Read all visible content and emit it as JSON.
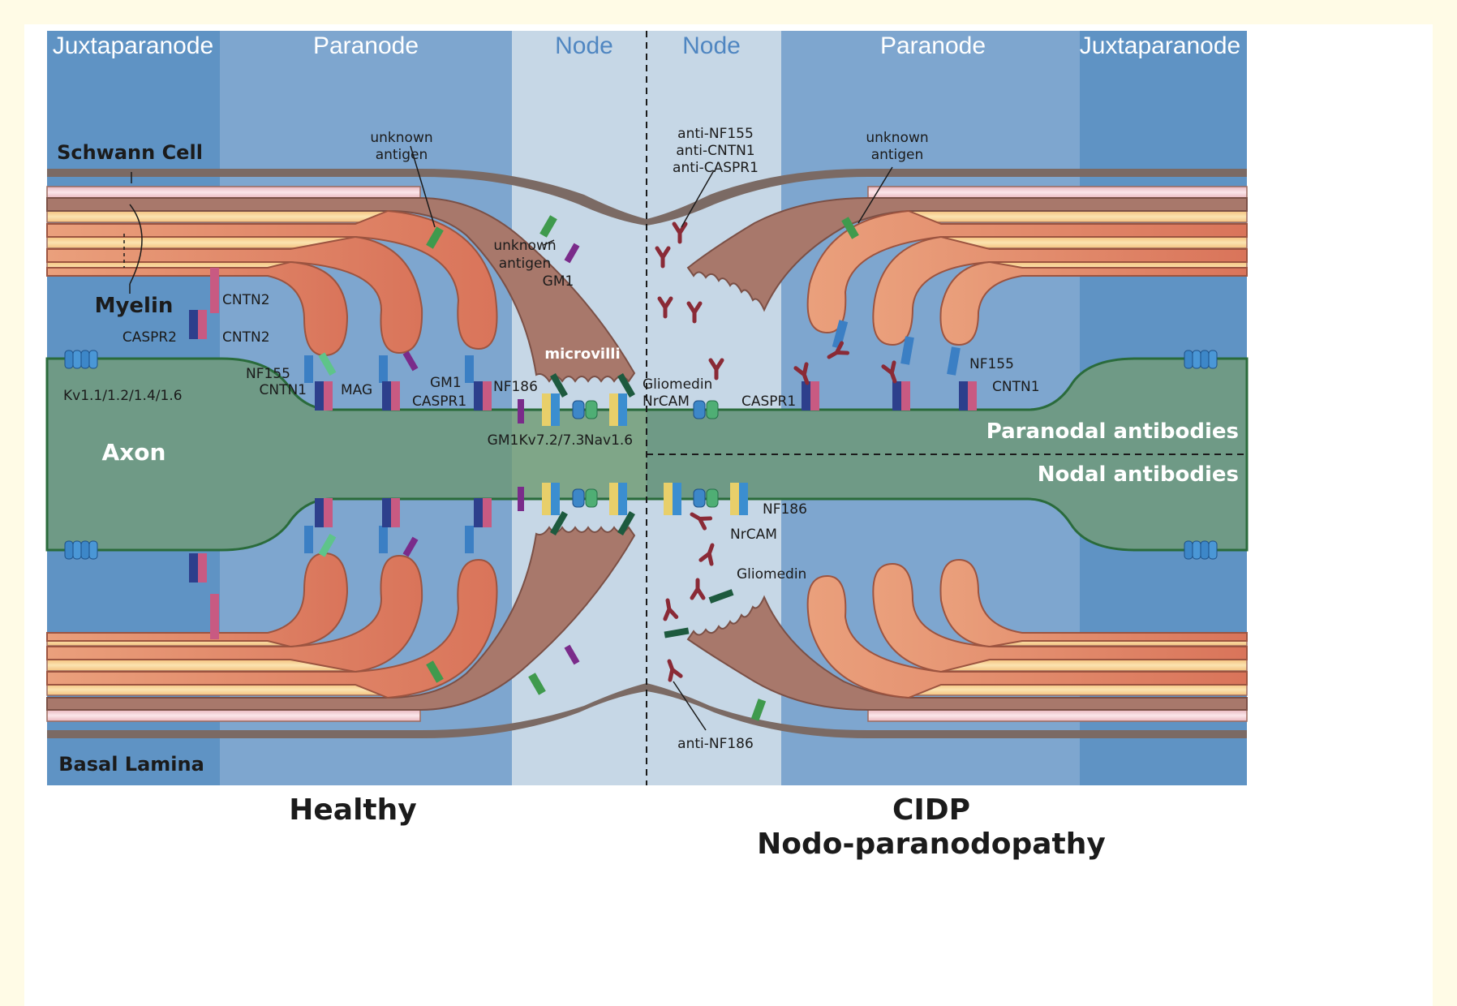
{
  "regions": {
    "left_juxtaparanode": "Juxtaparanode",
    "left_paranode": "Paranode",
    "left_node": "Node",
    "right_node": "Node",
    "right_paranode": "Paranode",
    "right_juxtaparanode": "Juxtaparanode"
  },
  "structures": {
    "schwann_cell": "Schwann Cell",
    "myelin": "Myelin",
    "axon": "Axon",
    "basal_lamina": "Basal Lamina",
    "microvilli": "microvilli"
  },
  "left_labels": {
    "unknown_antigen_top_line1": "unknown",
    "unknown_antigen_top_line2": "antigen",
    "unknown_antigen_mid_line1": "unknown",
    "unknown_antigen_mid_line2": "antigen",
    "gm1_upper": "GM1",
    "cntn2_a": "CNTN2",
    "cntn2_b": "CNTN2",
    "caspr2": "CASPR2",
    "kv": "Kv1.1/1.2/1.4/1.6",
    "nf155": "NF155",
    "cntn1": "CNTN1",
    "mag": "MAG",
    "gm1_mid": "GM1",
    "caspr1": "CASPR1",
    "nf186": "NF186",
    "gliomedin": "Gliomedin",
    "nrcam": "NrCAM",
    "gm1_low": "GM1",
    "kv72": "Kv7.2/7.3",
    "nav16": "Nav1.6"
  },
  "right_labels": {
    "anti_nf155": "anti-NF155",
    "anti_cntn1": "anti-CNTN1",
    "anti_caspr1": "anti-CASPR1",
    "unknown_antigen_line1": "unknown",
    "unknown_antigen_line2": "antigen",
    "nf155": "NF155",
    "cntn1": "CNTN1",
    "caspr1": "CASPR1",
    "paranodal_antibodies": "Paranodal antibodies",
    "nodal_antibodies": "Nodal antibodies",
    "nf186": "NF186",
    "nrcam": "NrCAM",
    "gliomedin": "Gliomedin",
    "anti_nf186": "anti-NF186"
  },
  "captions": {
    "healthy": "Healthy",
    "cidp_line1": "CIDP",
    "cidp_line2": "Nodo-paranodopathy"
  },
  "colors": {
    "juxtaparanode": "#5f93c4",
    "paranode": "#7ea6cf",
    "node": "#c6d7e6",
    "axon": "#6f9a86",
    "myelin_loop": "#e08466",
    "schwann_body": "#a8786b",
    "lamina": "#7b6a64",
    "antibody": "#8a2a36",
    "caspr": "#2d3f8c",
    "cntn": "#c85a82"
  }
}
